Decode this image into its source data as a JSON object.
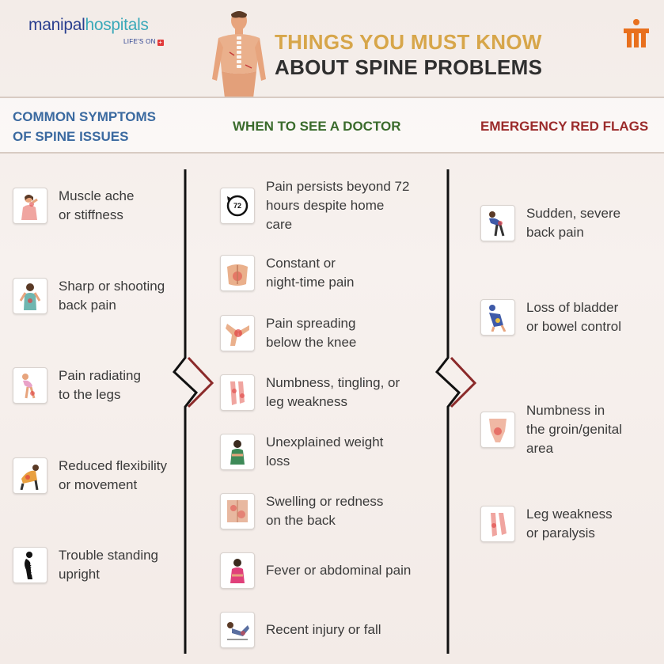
{
  "header": {
    "logo_brand_part1": "manipal",
    "logo_brand_part2": "hospitals",
    "logo_tagline": "LIFE'S ON",
    "logo_plus": "+",
    "title_line1": "THINGS YOU MUST KNOW",
    "title_line2": "ABOUT SPINE PROBLEMS"
  },
  "columns": {
    "symptoms": {
      "heading_line1": "COMMON SYMPTOMS",
      "heading_line2": "OF SPINE ISSUES",
      "items": [
        {
          "line1": "Muscle ache",
          "line2": "or stiffness",
          "icon": "neck-pain-icon"
        },
        {
          "line1": "Sharp or shooting",
          "line2": "back pain",
          "icon": "back-pain-icon"
        },
        {
          "line1": "Pain radiating",
          "line2": "to the legs",
          "icon": "leg-pain-icon"
        },
        {
          "line1": "Reduced flexibility",
          "line2": "or movement",
          "icon": "flexibility-icon"
        },
        {
          "line1": "Trouble standing",
          "line2": "upright",
          "icon": "posture-icon"
        }
      ]
    },
    "doctor": {
      "heading": "WHEN TO SEE A DOCTOR",
      "items": [
        {
          "line1": "Pain persists beyond 72",
          "line2": "hours despite home",
          "line3": "care",
          "icon": "72-hours-icon",
          "icon_text": "72"
        },
        {
          "line1": "Constant or",
          "line2": "night-time pain",
          "icon": "lower-back-icon"
        },
        {
          "line1": "Pain spreading",
          "line2": "below the knee",
          "icon": "knee-pain-icon"
        },
        {
          "line1": "Numbness, tingling, or",
          "line2": "leg weakness",
          "icon": "legs-numbness-icon"
        },
        {
          "line1": "Unexplained weight",
          "line2": "loss",
          "icon": "weight-loss-icon"
        },
        {
          "line1": "Swelling or redness",
          "line2": "on the back",
          "icon": "back-redness-icon"
        },
        {
          "line1": "Fever or abdominal pain",
          "icon": "fever-icon"
        },
        {
          "line1": "Recent injury or fall",
          "icon": "fall-injury-icon"
        }
      ]
    },
    "emergency": {
      "heading": "EMERGENCY RED FLAGS",
      "items": [
        {
          "line1": "Sudden, severe",
          "line2": "back pain",
          "icon": "severe-back-pain-icon"
        },
        {
          "line1": "Loss of bladder",
          "line2": "or bowel control",
          "icon": "bladder-icon"
        },
        {
          "line1": "Numbness in",
          "line2": "the groin/genital",
          "line3": "area",
          "icon": "groin-icon"
        },
        {
          "line1": "Leg weakness",
          "line2": "or paralysis",
          "icon": "paralysis-icon"
        }
      ]
    }
  },
  "colors": {
    "symptoms_heading": "#3b6aa0",
    "doctor_heading": "#3a6b2c",
    "emergency_heading": "#9b2b2b",
    "title_accent": "#d7a64a",
    "divider_accent": "#8b2a2a"
  }
}
